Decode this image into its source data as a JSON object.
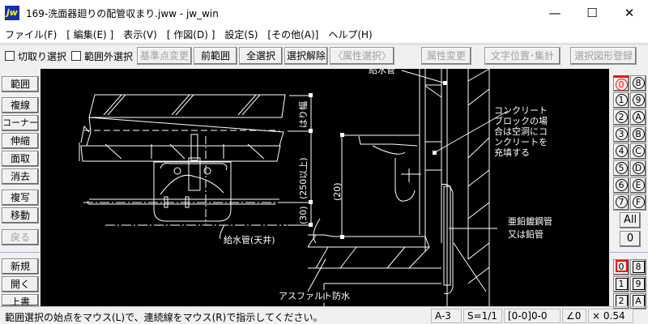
{
  "window": {
    "title": "169-洗面器廻りの配管収まり.jww - jw_win",
    "logo": "jw",
    "minimize": "—",
    "maximize": "☐",
    "close": "✕"
  },
  "menu": [
    "ファイル(F)",
    "[ 編集(E) ]",
    "表示(V)",
    "[ 作図(D) ]",
    "設定(S)",
    "[その他(A)]",
    "ヘルプ(H)"
  ],
  "toolbar": {
    "cut_select": "切取り選択",
    "outside_select": "範囲外選択",
    "base_point": "基準点変更",
    "prev_range": "前範囲",
    "select_all": "全選択",
    "deselect": "選択解除",
    "attr_select": "〈属性選択〉",
    "attr_change": "属性変更",
    "text_pos": "文字位置･集計",
    "register_shape": "選択図形登録"
  },
  "left_tools": [
    "範囲",
    "複線",
    "コーナー",
    "伸縮",
    "面取",
    "消去",
    "複写",
    "移動",
    "戻る",
    "新規",
    "開く",
    "上書"
  ],
  "layers": {
    "top": [
      [
        "0",
        "8"
      ],
      [
        "1",
        "9"
      ],
      [
        "2",
        "A"
      ],
      [
        "3",
        "B"
      ],
      [
        "4",
        "C"
      ],
      [
        "5",
        "D"
      ],
      [
        "6",
        "E"
      ],
      [
        "7",
        "F"
      ]
    ],
    "all": "All",
    "current": "0",
    "groups": [
      [
        "0",
        "8"
      ],
      [
        "1",
        "9"
      ],
      [
        "2",
        "A"
      ]
    ],
    "active_color": "#ff0000"
  },
  "drawing": {
    "label_supply_ceiling": "給水管(天井)",
    "label_supply_top": "給水管",
    "label_asphalt": "アスファルト防水",
    "label_block": [
      "コンクリート",
      "ブロックの場",
      "合は空洞にコ",
      "ンクリートを",
      "充填する"
    ],
    "label_pipe": [
      "亜鉛鍍鋼管",
      "又は鉛管"
    ],
    "dim_beam": "はり幅",
    "dim_250": "(250以上)",
    "dim_30": "(30)",
    "dim_20": "(20)"
  },
  "status": {
    "message": "範囲選択の始点をマウス(L)で、連続線をマウス(R)で指示してください。",
    "paper": "A-3",
    "scale": "S=1/1",
    "layer": "[0-0]0-0",
    "angle": "∠0",
    "zoom": "× 0.54"
  }
}
